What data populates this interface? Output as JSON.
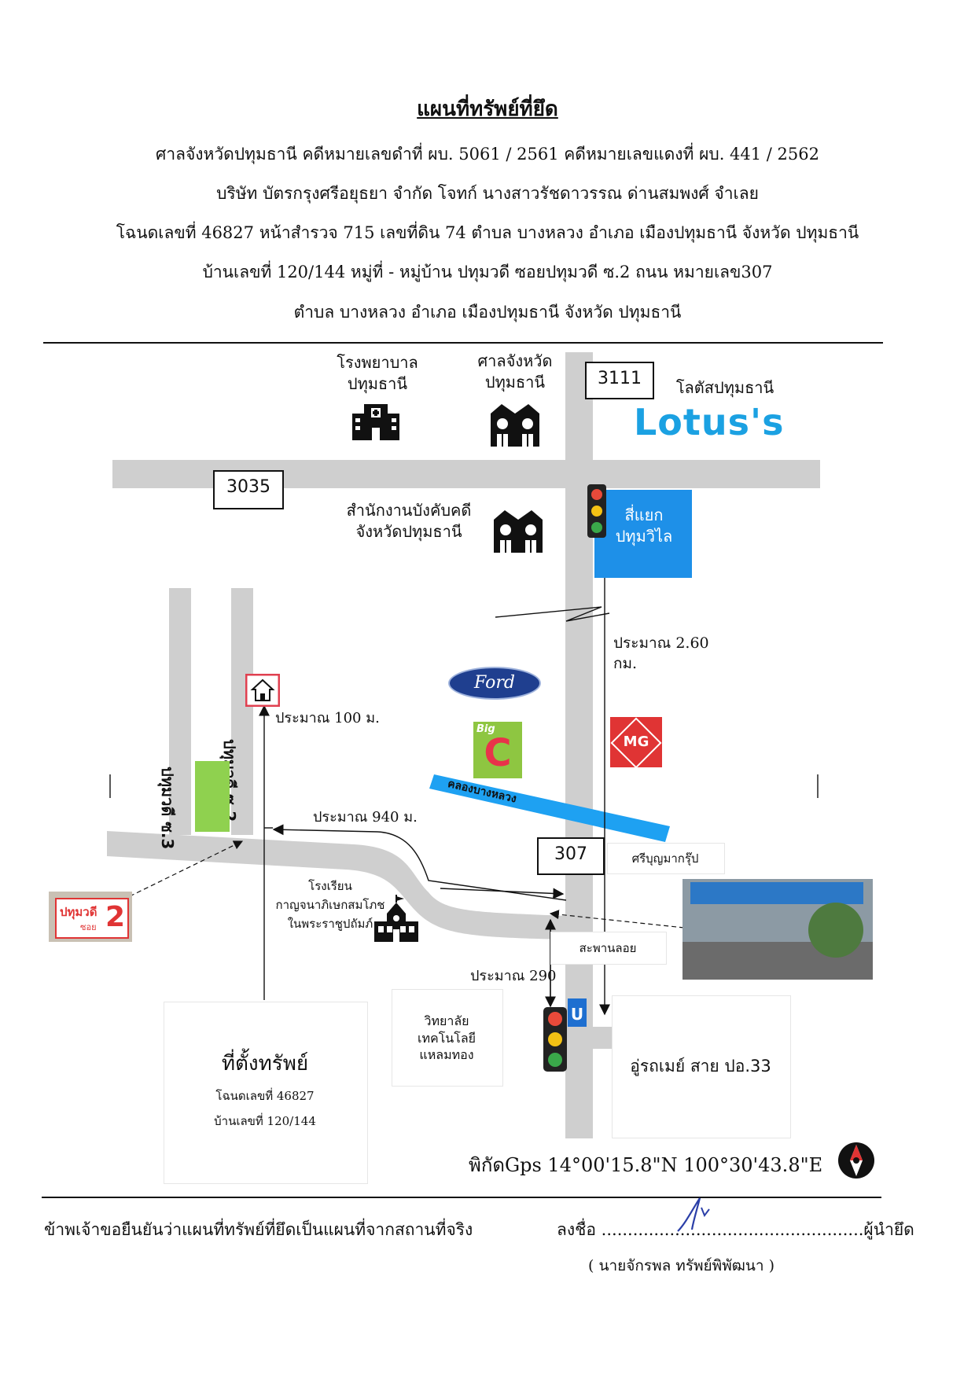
{
  "header": {
    "title": "แผนที่ทรัพย์ที่ยึด",
    "line1": "ศาลจังหวัดปทุมธานี    คดีหมายเลขดำที่ ผบ. 5061 / 2561      คดีหมายเลขแดงที่ ผบ. 441 / 2562",
    "line2": "บริษัท บัตรกรุงศรีอยุธยา จำกัด   โจทก์          นางสาวรัชดาวรรณ  ด่านสมพงศ์  จำเลย",
    "line3": "โฉนดเลขที่ 46827  หน้าสำรวจ  715  เลขที่ดิน  74   ตำบล บางหลวง  อำเภอ เมืองปทุมธานี  จังหวัด ปทุมธานี",
    "line4": "บ้านเลขที่ 120/144 หมู่ที่ - หมู่บ้าน ปทุมวดี  ซอยปทุมวดี ซ.2 ถนน หมายเลข307",
    "line5": "ตำบล บางหลวง  อำเภอ เมืองปทุมธานี  จังหวัด ปทุมธานี"
  },
  "map": {
    "road_3111": "3111",
    "road_3035": "3035",
    "road_307": "307",
    "hospital_l1": "โรงพยาบาล",
    "hospital_l2": "ปทุมธานี",
    "court_l1": "ศาลจังหวัด",
    "court_l2": "ปทุมธานี",
    "lotus_label": "โลตัสปทุมธานี",
    "lotus_logo": "Lotus's",
    "enforcement_l1": "สำนักงานบังคับคดี",
    "enforcement_l2": "จังหวัดปทุมธานี",
    "intersection_l1": "สี่แยก",
    "intersection_l2": "ปทุมวิไล",
    "dist_260": "ประมาณ  2.60 กม.",
    "ford": "Ford",
    "mg": "MG",
    "bigc_top": "Big",
    "bigc_c": "C",
    "canal": "คลองบางหลวง",
    "dist_100": "ประมาณ  100 ม.",
    "dist_940": "ประมาณ  940 ม.",
    "dist_290": "ประมาณ  290 ม.",
    "soi3": "ปทุมวดี ซ.3",
    "soi2": "ปทุมวดี ซ.2",
    "soi_sign_l1": "ปทุมวดี",
    "soi_sign_l2": "ซอย",
    "soi_sign_num": "2",
    "sriboon": "ศรีบุญมากรุ๊ป",
    "school_l1": "โรงเรียน",
    "school_l2": "กาญจนาภิเษกสมโภช",
    "school_l3": "ในพระราชูปถัมภ์",
    "floating_bridge": "สะพานลอย",
    "college_l1": "วิทยาลัย",
    "college_l2": "เทคโนโลยี",
    "college_l3": "แหลมทอง",
    "uturn": "U",
    "garage": "อู่รถเมย์ สาย ปอ.33",
    "property_title": "ที่ตั้งทรัพย์",
    "property_deed": "โฉนดเลขที่ 46827",
    "property_house": "บ้านเลขที่ 120/144",
    "gps": "พิกัดGps   14°00'15.8\"N 100°30'43.8\"E"
  },
  "footer": {
    "declaration": "ข้าพเจ้าขอยืนยันว่าแผนที่ทรัพย์ที่ยึดเป็นแผนที่จากสถานที่จริง",
    "sign_label": "ลงชื่อ ..................................................ผู้นำยึด",
    "signer": "( นายจักรพล ทรัพย์พิพัฒนา )"
  },
  "colors": {
    "road": "#cfcfcf",
    "intersection_box": "#1e90e8",
    "canal": "#1ea1f2",
    "lotus_blue": "#1ba1e2",
    "lotus_yellow": "#f5b400",
    "ford_blue": "#1f3f8f",
    "mg_red": "#e03434",
    "bigc_green": "#8ec641",
    "property_green": "#8fd14f",
    "house_marker": "#e04050"
  },
  "icons": [
    "hospital-icon",
    "court-building-icon",
    "enforcement-building-icon",
    "traffic-light-icon",
    "house-marker-icon",
    "school-icon",
    "uturn-sign-icon",
    "compass-icon"
  ]
}
